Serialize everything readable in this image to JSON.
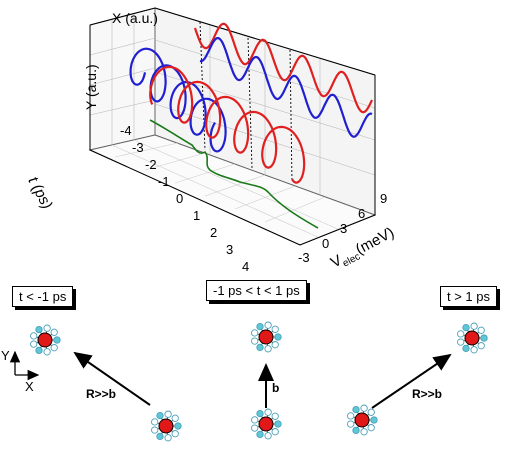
{
  "plot": {
    "axis_x_label": "X (a.u.)",
    "axis_y_label": "Y (a.u.)",
    "axis_t_label": "t (ps)",
    "axis_v_label_main": "V",
    "axis_v_label_sub": "elec",
    "axis_v_label_unit": "(meV)",
    "t_ticks": [
      "-4",
      "-3",
      "-2",
      "-1",
      "0",
      "1",
      "2",
      "3",
      "4"
    ],
    "v_ticks": [
      "-3",
      "0",
      "3",
      "6",
      "9"
    ],
    "colors": {
      "trajectory_1": "#e02020",
      "trajectory_2": "#2020d0",
      "potential": "#1a7a1a"
    }
  },
  "panels": {
    "before": {
      "label": "t < -1 ps",
      "arrow_label": "R>>b"
    },
    "during": {
      "label": "-1 ps < t < 1 ps",
      "arrow_label": "b"
    },
    "after": {
      "label": "t > 1 ps",
      "arrow_label": "R>>b"
    }
  },
  "axes_inset": {
    "y_label": "Y",
    "x_label": "X"
  },
  "atom_colors": {
    "core": "#e01818",
    "electron": "#5fc8d8"
  }
}
